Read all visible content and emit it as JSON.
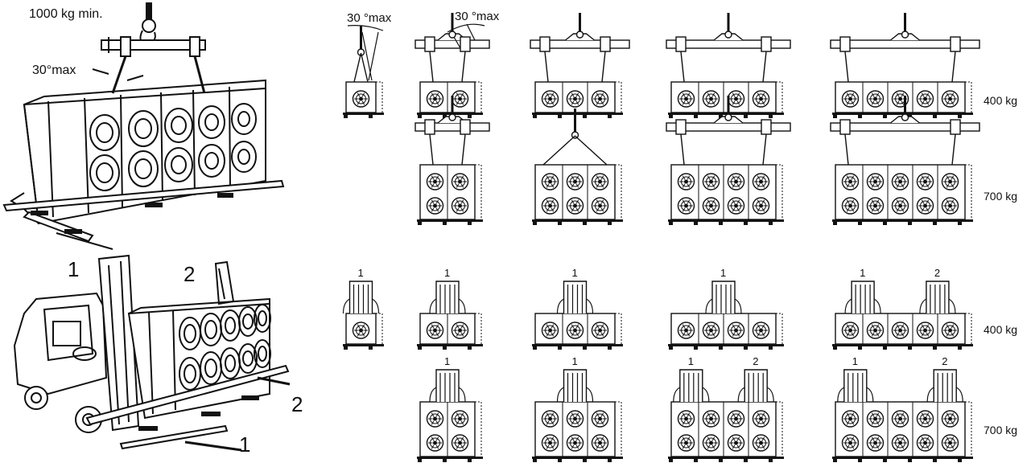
{
  "left_panel": {
    "crane_min_load": "1000 kg min.",
    "crane_angle": "30°max",
    "forklift_numbers": [
      "1",
      "2",
      "2",
      "1"
    ]
  },
  "lifting_grid": {
    "angle_label_single": "30 °max",
    "angle_label_beam": "30 °max",
    "row_labels": [
      "400 kg",
      "700 kg",
      "400 kg",
      "700 kg"
    ]
  },
  "fork_grid": {
    "fork_positions": {
      "row3": [
        [
          "1"
        ],
        [
          "1"
        ],
        [
          "1"
        ],
        [
          "1"
        ],
        [
          "1",
          "2"
        ]
      ],
      "row4": [
        [
          "1"
        ],
        [
          "1"
        ],
        [
          "1",
          "2"
        ],
        [
          "1",
          "2"
        ]
      ]
    }
  },
  "icons": {
    "crane_hook": "crane-hook-icon",
    "spreader_beam": "spreader-beam-icon",
    "fan_unit": "fan-unit-icon",
    "forklift": "forklift-icon"
  }
}
